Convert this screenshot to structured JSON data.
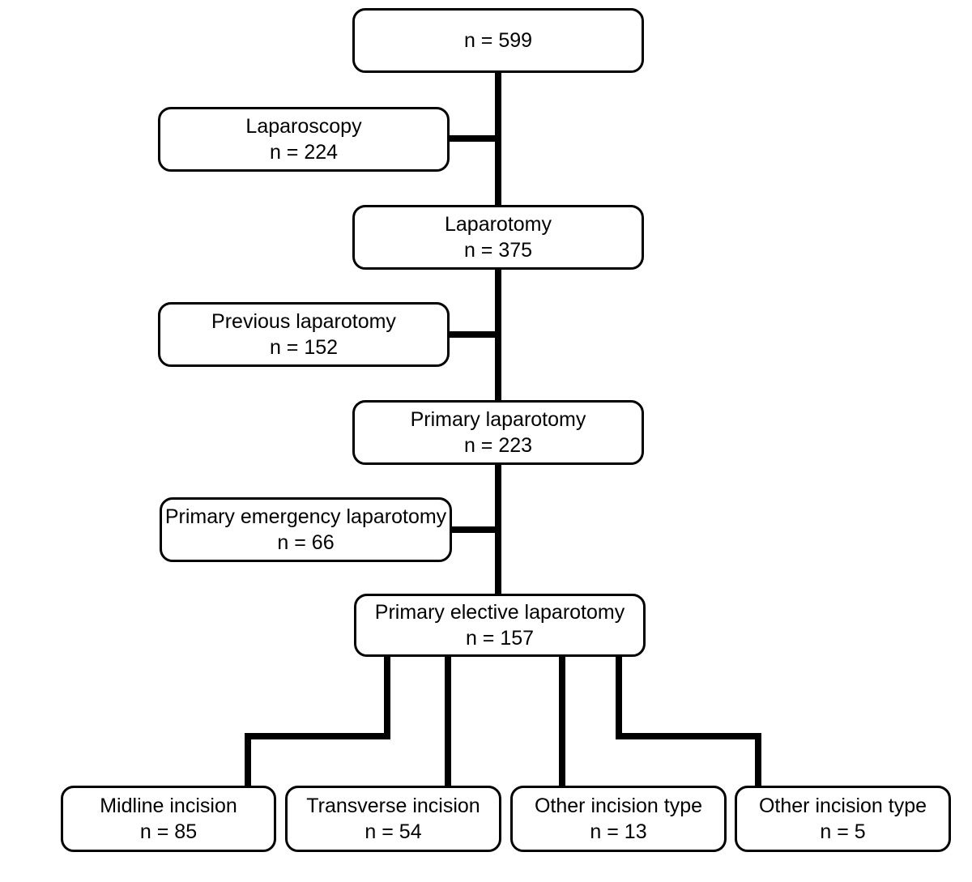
{
  "flowchart": {
    "description": "Patient flow diagram",
    "colors": {
      "background": "#ffffff",
      "box_fill": "#ffffff",
      "box_border": "#000000",
      "connector": "#000000"
    },
    "nodes": [
      {
        "id": "total",
        "label": "",
        "count": "n = 599"
      },
      {
        "id": "laparoscopy",
        "label": "Laparoscopy",
        "count": "n = 224"
      },
      {
        "id": "laparotomy",
        "label": "Laparotomy",
        "count": "n = 375"
      },
      {
        "id": "previous-laparotomy",
        "label": "Previous laparotomy",
        "count": "n = 152"
      },
      {
        "id": "primary-laparotomy",
        "label": "Primary laparotomy",
        "count": "n = 223"
      },
      {
        "id": "primary-emergency-laparotomy",
        "label": "Primary emergency laparotomy",
        "count": "n = 66"
      },
      {
        "id": "primary-elective-laparotomy",
        "label": "Primary elective laparotomy",
        "count": "n = 157"
      },
      {
        "id": "midline-incision",
        "label": "Midline incision",
        "count": "n = 85"
      },
      {
        "id": "transverse-incision",
        "label": "Transverse incision",
        "count": "n = 54"
      },
      {
        "id": "other-incision-type-1",
        "label": "Other incision type",
        "count": "n = 13"
      },
      {
        "id": "other-incision-type-2",
        "label": "Other incision type",
        "count": "n = 5"
      }
    ],
    "edges": [
      {
        "from": "total",
        "to": "laparoscopy"
      },
      {
        "from": "total",
        "to": "laparotomy"
      },
      {
        "from": "laparotomy",
        "to": "previous-laparotomy"
      },
      {
        "from": "laparotomy",
        "to": "primary-laparotomy"
      },
      {
        "from": "primary-laparotomy",
        "to": "primary-emergency-laparotomy"
      },
      {
        "from": "primary-laparotomy",
        "to": "primary-elective-laparotomy"
      },
      {
        "from": "primary-elective-laparotomy",
        "to": "midline-incision"
      },
      {
        "from": "primary-elective-laparotomy",
        "to": "transverse-incision"
      },
      {
        "from": "primary-elective-laparotomy",
        "to": "other-incision-type-1"
      },
      {
        "from": "primary-elective-laparotomy",
        "to": "other-incision-type-2"
      }
    ]
  }
}
